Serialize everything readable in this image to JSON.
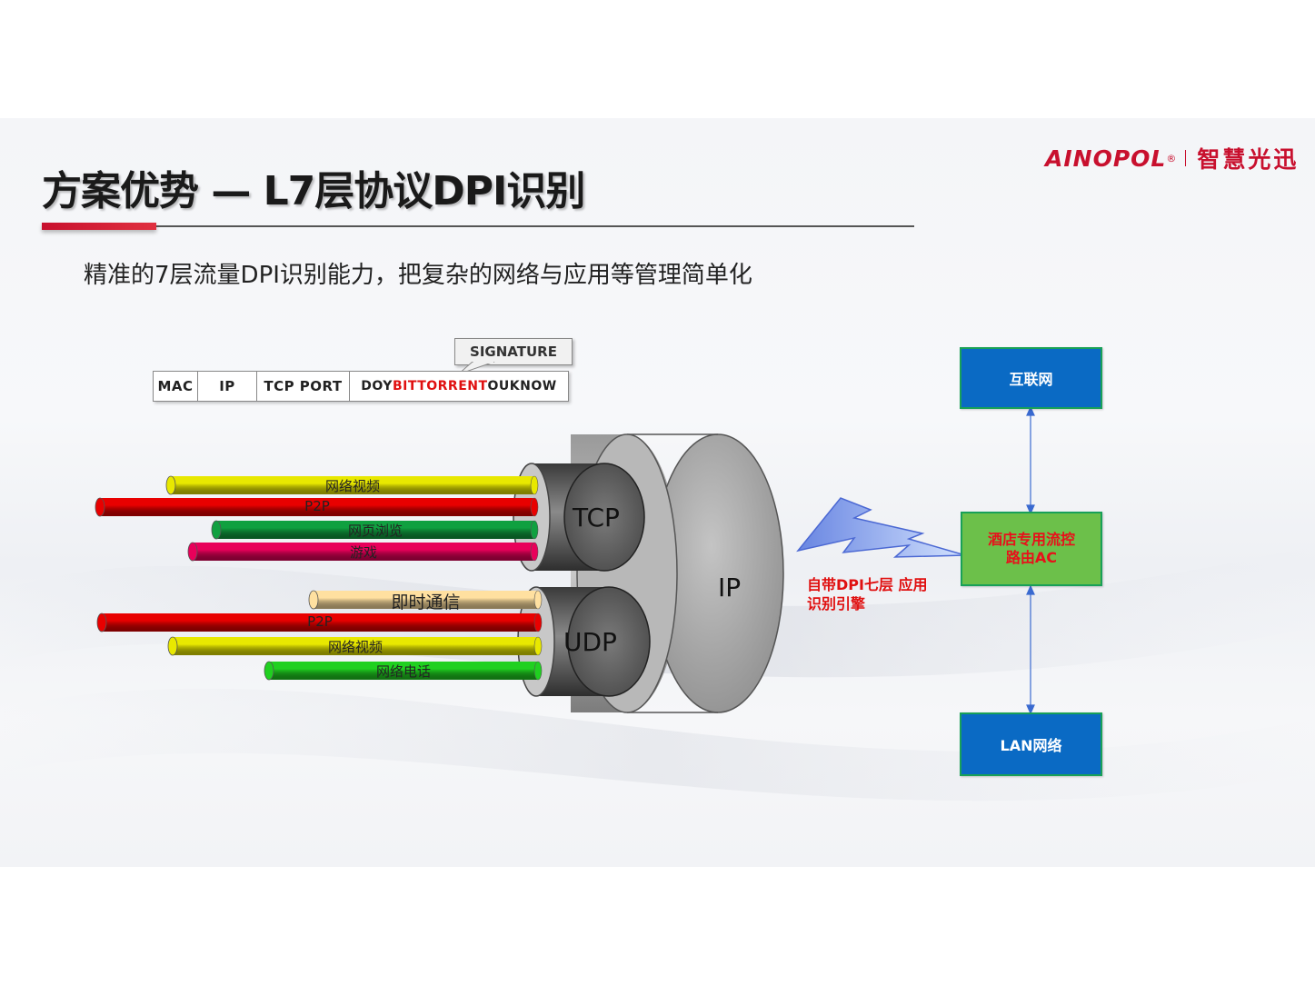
{
  "title": "方案优势 — L7层协议DPI识别",
  "subtitle": "精准的7层流量DPI识别能力，把复杂的网络与应用等管理简单化",
  "logo": {
    "brand": "AINOPOL",
    "reg": "®",
    "cn": "智慧光迅"
  },
  "packet": {
    "fields": [
      "MAC",
      "IP",
      "TCP PORT"
    ],
    "payload_prefix": "DOY",
    "payload_highlight": "BITTORRENT",
    "payload_suffix": "OUKNOW",
    "signature": "SIGNATURE"
  },
  "protocols": {
    "outer": "IP",
    "tcp": "TCP",
    "udp": "UDP"
  },
  "tcp_fibers": [
    {
      "label": "网络视频",
      "color": "#e8e800"
    },
    {
      "label": "P2P",
      "color": "#e80000"
    },
    {
      "label": "网页浏览",
      "color": "#10a040"
    },
    {
      "label": "游戏",
      "color": "#e8005a"
    }
  ],
  "udp_fibers": [
    {
      "label": "即时通信",
      "color": "#ffe0a0"
    },
    {
      "label": "P2P",
      "color": "#e80000"
    },
    {
      "label": "网络视频",
      "color": "#e8e800"
    },
    {
      "label": "网络电话",
      "color": "#20d020"
    }
  ],
  "network": {
    "internet": "互联网",
    "router_line1": "酒店专用流控",
    "router_line2": "路由AC",
    "lan": "LAN网络",
    "engine_line1": "自带DPI七层 应用",
    "engine_line2": "识别引擎"
  }
}
